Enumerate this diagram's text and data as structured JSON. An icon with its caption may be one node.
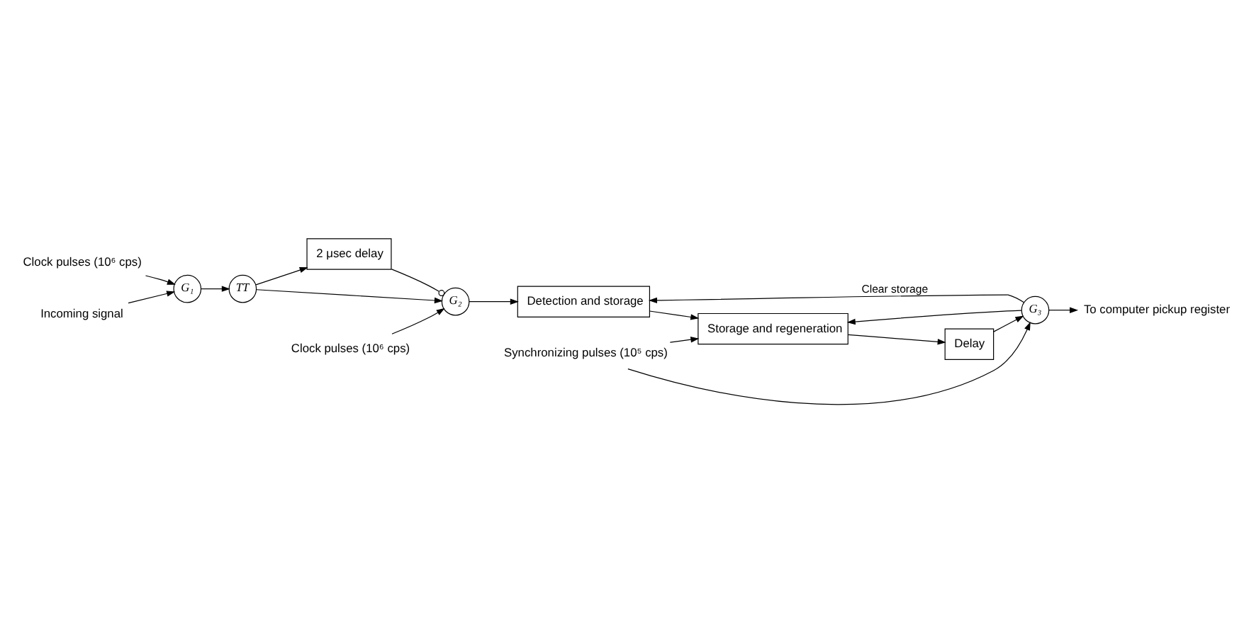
{
  "diagram": {
    "nodes": [
      {
        "text": [
          "Clock pulses (10⁶ cps)"
        ]
      },
      {
        "text": [
          "Clock pulses (10⁶ cps)"
        ]
      },
      {
        "text": [
          "Incoming signal"
        ]
      },
      {
        "text": [
          "G₁"
        ]
      },
      {
        "text": [
          "TT"
        ]
      },
      {
        "text": [
          "2 μsec delay"
        ]
      },
      {
        "text": [
          "G₂"
        ]
      },
      {
        "text": [
          "Synchronizing pulses (10⁵ cps)"
        ]
      },
      {
        "text": [
          "Detection and storage"
        ]
      },
      {
        "text": [
          "Storage and regeneration"
        ]
      },
      {
        "text": [
          "Delay"
        ]
      },
      {
        "text": [
          "G₃"
        ]
      },
      {
        "text": [
          "To computer pickup register"
        ]
      }
    ],
    "edges": [
      {
        "from": 0,
        "to": 3,
        "arrow": "to"
      },
      {
        "from": 2,
        "to": 3,
        "arrow": "to"
      },
      {
        "from": 3,
        "to": 4,
        "arrow": "to"
      },
      {
        "from": 4,
        "to": 6,
        "arrow": "to"
      },
      {
        "from": 4,
        "to": 5,
        "arrow": "to"
      },
      {
        "from": 5,
        "to": 6,
        "arrow": "other"
      },
      {
        "from": 1,
        "to": 6,
        "arrow": "to"
      },
      {
        "from": 6,
        "to": 8,
        "arrow": "to"
      },
      {
        "from": 7,
        "to": 9,
        "arrow": "to"
      },
      {
        "from": 7,
        "to": 11,
        "arrow": "to"
      },
      {
        "from": 8,
        "to": 9,
        "arrow": "to"
      },
      {
        "from": 9,
        "to": 10,
        "arrow": "to"
      },
      {
        "from": 10,
        "to": 11,
        "arrow": "to"
      },
      {
        "from": 11,
        "to": 12,
        "arrow": "to"
      },
      {
        "from": 11,
        "to": 8,
        "arrow": "to",
        "label": "Clear storage"
      },
      {
        "from": 11,
        "to": 9,
        "arrow": "to"
      }
    ]
  }
}
